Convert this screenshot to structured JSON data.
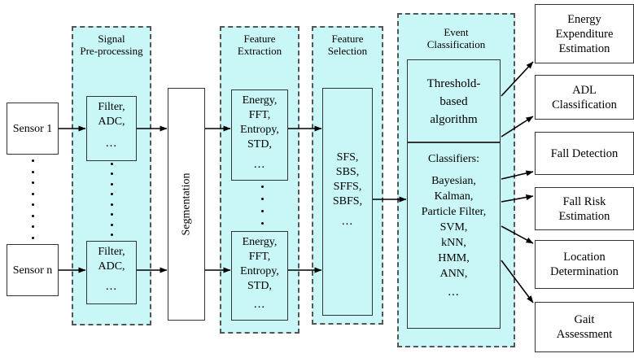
{
  "diagram": {
    "title": "Wearable sensor activity recognition processing pipeline",
    "colors": {
      "panel_fill": "#c9f7f7",
      "panel_border": "#555555",
      "box_border": "#333333",
      "background": "#ffffff",
      "text": "#000000"
    }
  },
  "sensors": {
    "first_label": "Sensor 1",
    "last_label": "Sensor n",
    "ellipsis": "⋮"
  },
  "stages": {
    "preprocessing": {
      "title_line1": "Signal",
      "title_line2": "Pre-processing",
      "box_first": [
        "Filter,",
        "ADC,",
        "..."
      ],
      "box_last": [
        "Filter,",
        "ADC,",
        "..."
      ]
    },
    "segmentation": {
      "label": "Segmentation"
    },
    "feature_extraction": {
      "title_line1": "Feature",
      "title_line2": "Extraction",
      "box_first": [
        "Energy,",
        "FFT,",
        "Entropy,",
        "STD,",
        "..."
      ],
      "box_last": [
        "Energy,",
        "FFT,",
        "Entropy,",
        "STD,",
        "..."
      ]
    },
    "feature_selection": {
      "title_line1": "Feature",
      "title_line2": "Selection",
      "box": [
        "SFS,",
        "SBS,",
        "SFFS,",
        "SBFS,",
        "..."
      ]
    },
    "event_classification": {
      "title_line1": "Event",
      "title_line2": "Classification",
      "threshold_box": [
        "Threshold-",
        "based",
        "algorithm"
      ],
      "classifiers_heading": "Classifiers:",
      "classifiers": [
        "Bayesian,",
        "Kalman,",
        "Particle Filter,",
        "SVM,",
        "kNN,",
        "HMM,",
        "ANN,",
        "..."
      ]
    }
  },
  "outputs": [
    {
      "lines": [
        "Energy",
        "Expenditure",
        "Estimation"
      ]
    },
    {
      "lines": [
        "ADL",
        "Classification"
      ]
    },
    {
      "lines": [
        "Fall Detection"
      ]
    },
    {
      "lines": [
        "Fall Risk",
        "Estimation"
      ]
    },
    {
      "lines": [
        "Location",
        "Determination"
      ]
    },
    {
      "lines": [
        "Gait",
        "Assessment"
      ]
    }
  ]
}
